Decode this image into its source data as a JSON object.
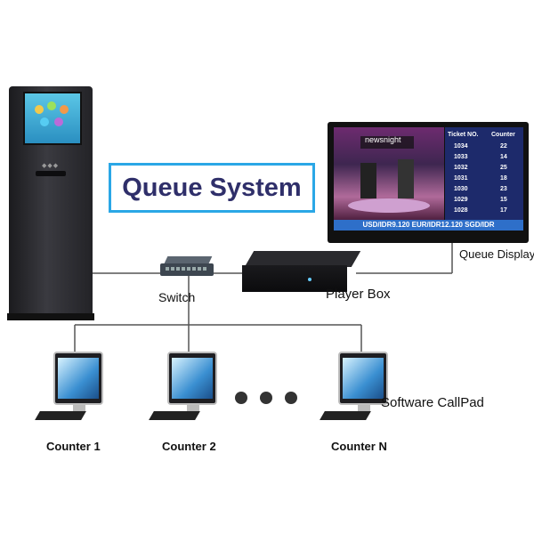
{
  "title": "Queue System",
  "labels": {
    "switch": "Switch",
    "player_box": "Player Box",
    "queue_display": "Queue Display",
    "software_callpad": "Software CallPad"
  },
  "counters": [
    "Counter 1",
    "Counter 2",
    "Counter N"
  ],
  "queue_display": {
    "channel": "newsnight",
    "headers": [
      "Ticket NO.",
      "Counter"
    ],
    "rows": [
      [
        "1034",
        "22"
      ],
      [
        "1033",
        "14"
      ],
      [
        "1032",
        "25"
      ],
      [
        "1031",
        "18"
      ],
      [
        "1030",
        "23"
      ],
      [
        "1029",
        "15"
      ],
      [
        "1028",
        "17"
      ]
    ],
    "ticker": "USD/IDR9.120 EUR/IDR12.120 SGD/IDR"
  },
  "colors": {
    "title_border": "#2aa7e6",
    "title_text": "#2f2f6a",
    "table_bg": "#1d2a6b",
    "ticker_bg": "#2e6fc9"
  }
}
